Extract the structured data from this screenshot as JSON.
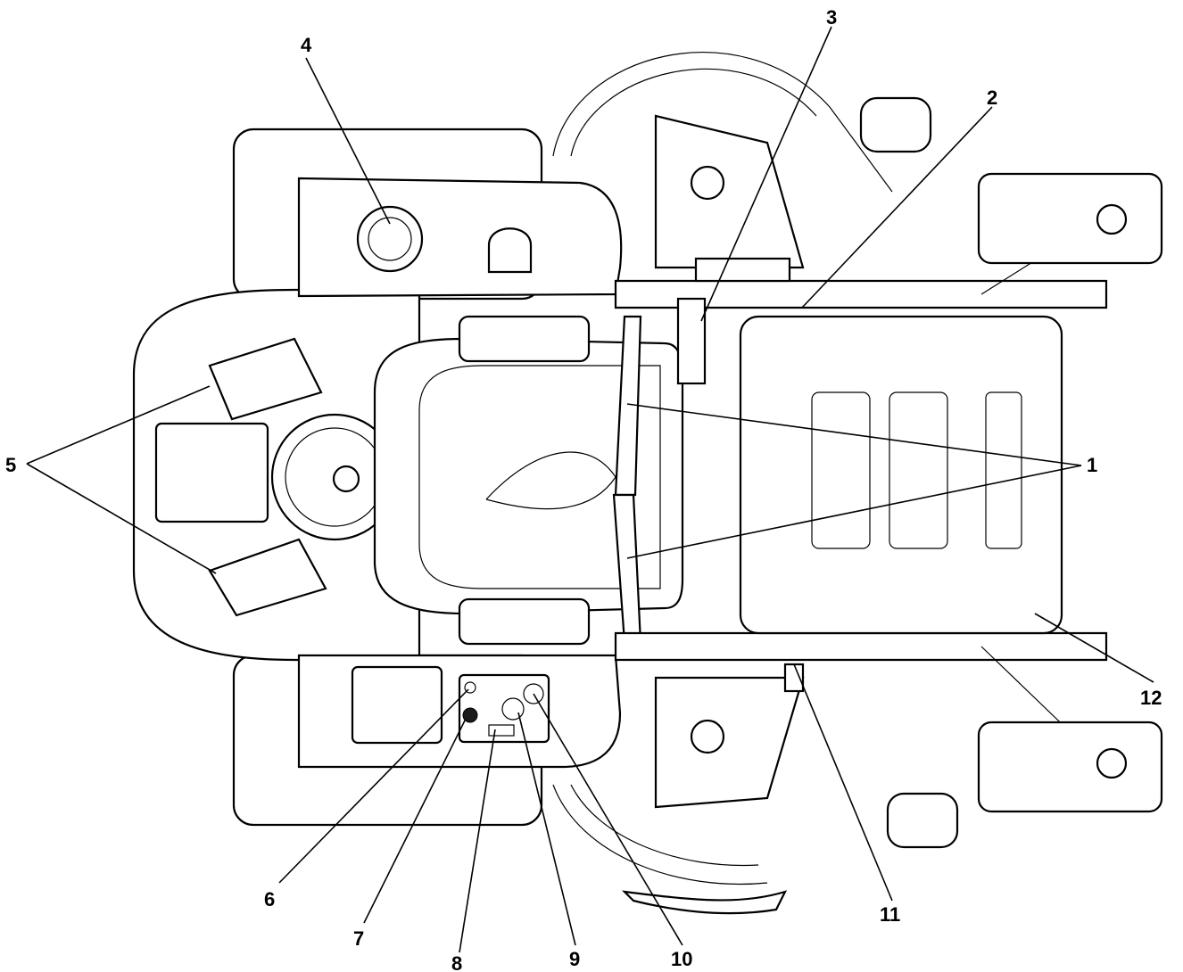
{
  "figure": {
    "callouts": [
      "1",
      "2",
      "3",
      "4",
      "5",
      "6",
      "7",
      "8",
      "9",
      "10",
      "11",
      "12"
    ]
  },
  "colors": {
    "ink": "#000000",
    "paper": "#ffffff"
  }
}
